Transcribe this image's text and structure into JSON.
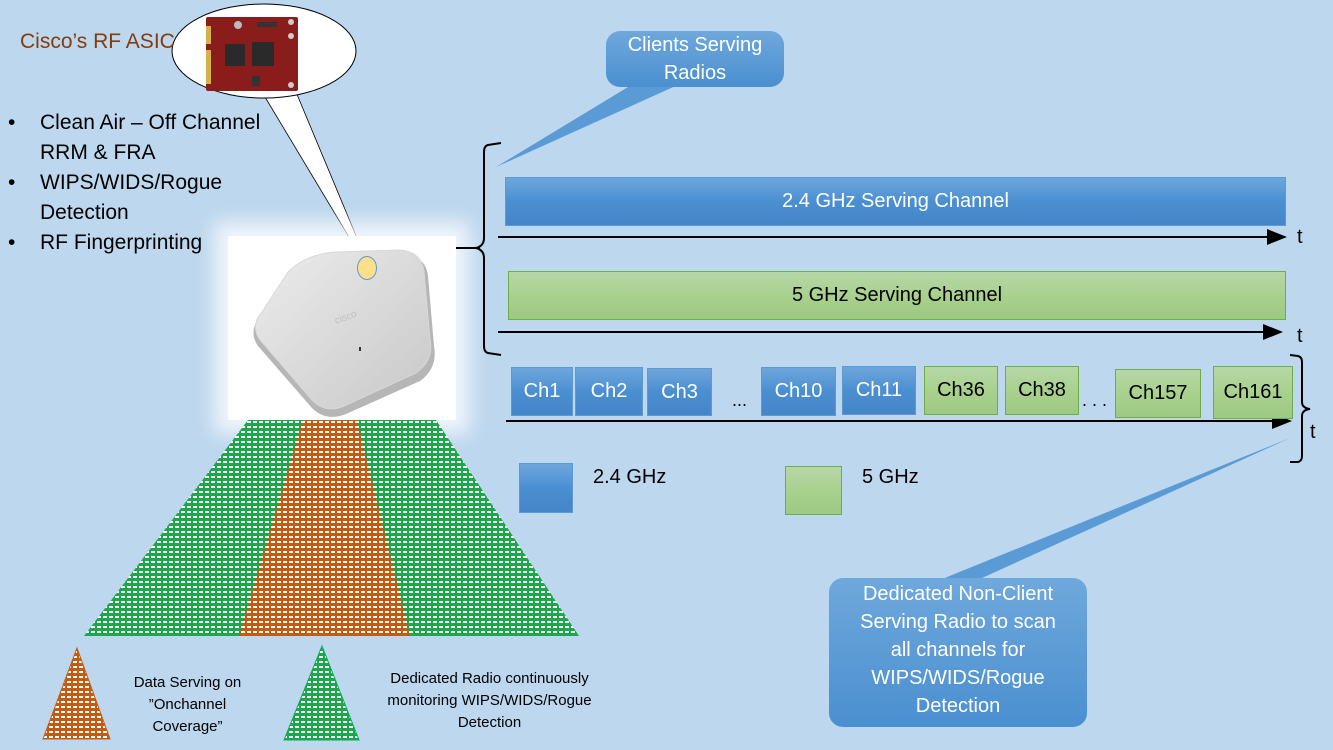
{
  "asic": {
    "title": "Cisco’s RF ASIC",
    "bullets": [
      {
        "line1": "Clean Air – Off Channel",
        "line2": "RRM & FRA"
      },
      {
        "line1": "WIPS/WIDS/Rogue",
        "line2": "Detection"
      },
      {
        "line1": "RF Fingerprinting",
        "line2": ""
      }
    ],
    "bullet_glyph": "•"
  },
  "callouts": {
    "clients": "Clients Serving Radios",
    "clients_line1": "Clients Serving",
    "clients_line2": "Radios",
    "dedicated_lines": [
      "Dedicated Non-Client",
      "Serving Radio to scan",
      "all channels for",
      "WIPS/WIDS/Rogue",
      "Detection"
    ]
  },
  "timelines": {
    "band24": "2.4 GHz Serving Channel",
    "band5": "5 GHz Serving Channel",
    "time_label": "t"
  },
  "channels": [
    {
      "label": "Ch1",
      "band": "2.4"
    },
    {
      "label": "Ch2",
      "band": "2.4"
    },
    {
      "label": "Ch3",
      "band": "2.4"
    },
    {
      "label": "Ch10",
      "band": "2.4"
    },
    {
      "label": "Ch11",
      "band": "2.4"
    },
    {
      "label": "Ch36",
      "band": "5"
    },
    {
      "label": "Ch38",
      "band": "5"
    },
    {
      "label": "Ch157",
      "band": "5"
    },
    {
      "label": "Ch161",
      "band": "5"
    }
  ],
  "ellipsis_24": "...",
  "ellipsis_5": ". . .",
  "legend": {
    "band24": "2.4 GHz",
    "band5": "5 GHz"
  },
  "coverage_legend": {
    "orange_lines": [
      "Data Serving on",
      "”Onchannel",
      "Coverage”"
    ],
    "green_lines": [
      "Dedicated Radio continuously",
      "monitoring WIPS/WIDS/Rogue",
      "Detection"
    ]
  },
  "colors": {
    "background": "#bdd7ee",
    "band24_fill": "#5b9bd5",
    "band5_fill": "#a9d18e",
    "coverage_orange": "#c55a11",
    "coverage_green": "#00b050",
    "asic_title": "#843c0c"
  }
}
